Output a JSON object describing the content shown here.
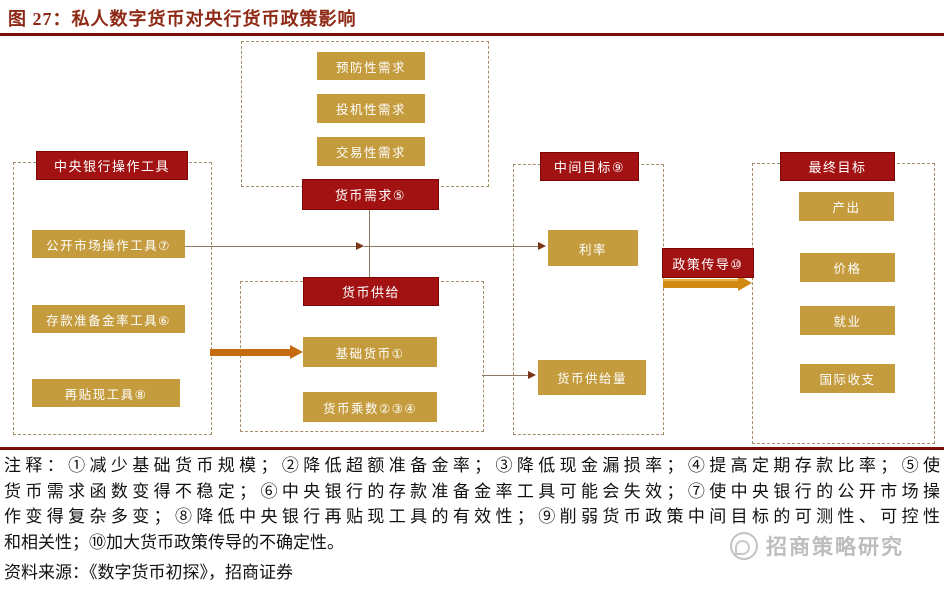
{
  "title": "图 27：私人数字货币对央行货币政策影响",
  "colors": {
    "title_red": "#8e2a16",
    "rule_red": "#7a0d04",
    "node_red": "#a31212",
    "node_gold": "#c49b3d",
    "thick_arrow_orange": "#c66a10",
    "policy_arrow_gold": "#d28a12"
  },
  "diagram": {
    "central_bank_tools": {
      "header": "中央银行操作工具",
      "items": [
        "公开市场操作工具⑦",
        "存款准备金率工具⑥",
        "再贴现工具⑧"
      ]
    },
    "money_demand": {
      "header": "货币需求⑤",
      "items": [
        "预防性需求",
        "投机性需求",
        "交易性需求"
      ]
    },
    "money_supply": {
      "header": "货币供给",
      "items": [
        "基础货币①",
        "货币乘数②③④"
      ]
    },
    "intermediate_targets": {
      "header": "中间目标⑨",
      "items": [
        "利率",
        "货币供给量"
      ]
    },
    "policy_transmission_label": "政策传导⑩",
    "final_targets": {
      "header": "最终目标",
      "items": [
        "产出",
        "价格",
        "就业",
        "国际收支"
      ]
    }
  },
  "notes": {
    "lines": [
      "注释：①减少基础货币规模；②降低超额准备金率；③降低现金漏损率；④提高定期存款比率；⑤使",
      "货币需求函数变得不稳定；⑥中央银行的存款准备金率工具可能会失效；⑦使中央银行的公开市场操",
      "作变得复杂多变；⑧降低中央银行再贴现工具的有效性；⑨削弱货币政策中间目标的可测性、可控性",
      "和相关性；⑩加大货币政策传导的不确定性。"
    ]
  },
  "source": "资料来源：《数字货币初探》，招商证券",
  "watermark": "招商策略研究"
}
